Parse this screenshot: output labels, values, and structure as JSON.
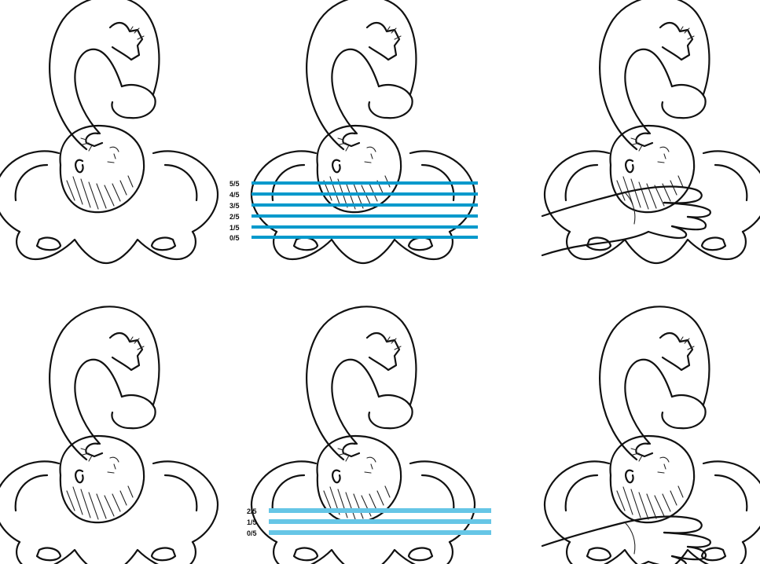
{
  "figure": {
    "top_row": {
      "station_labels": [
        "5/5",
        "4/5",
        "3/5",
        "2/5",
        "1/5",
        "0/5"
      ],
      "band_color": "#0099cc"
    },
    "bottom_row": {
      "station_labels": [
        "2/5",
        "1/5",
        "0/5"
      ],
      "band_color": "#66c6e6"
    },
    "panels": [
      {
        "id": "fetus-pelvis-unengaged",
        "illustration": "fetus-in-pelvis"
      },
      {
        "id": "fifths-palpable-scale",
        "illustration": "fetus-in-pelvis-with-fifths-lines"
      },
      {
        "id": "abdominal-palpation-hand",
        "illustration": "hand-palpating-head"
      },
      {
        "id": "fetus-pelvis-engaged",
        "illustration": "fetus-in-pelvis"
      },
      {
        "id": "fifths-palpable-scale-engaged",
        "illustration": "fetus-in-pelvis-with-fifths-lines"
      },
      {
        "id": "abdominal-palpation-hand-engaged",
        "illustration": "hand-palpating-head"
      }
    ]
  }
}
